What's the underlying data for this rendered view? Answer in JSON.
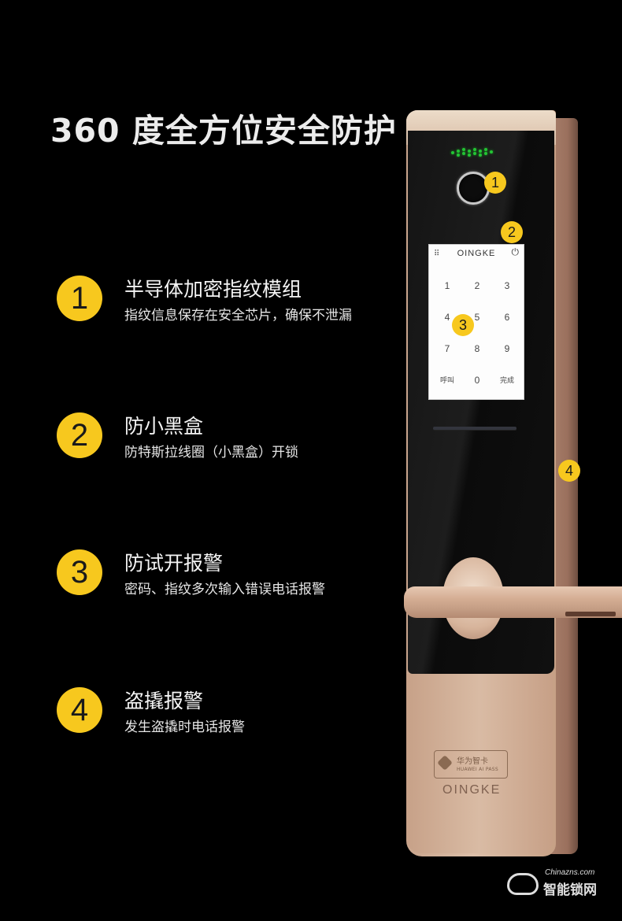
{
  "header": {
    "title": "360 度全方位安全防护"
  },
  "features": [
    {
      "number": "1",
      "title": "半导体加密指纹模组",
      "description": "指纹信息保存在安全芯片，确保不泄漏"
    },
    {
      "number": "2",
      "title": "防小黑盒",
      "description": "防特斯拉线圈（小黑盒）开锁"
    },
    {
      "number": "3",
      "title": "防试开报警",
      "description": "密码、指纹多次输入错误电话报警"
    },
    {
      "number": "4",
      "title": "盗撬报警",
      "description": "发生盗撬时电话报警"
    }
  ],
  "lock": {
    "screen": {
      "brand": "OINGKE",
      "grid_icon": "⠿",
      "power_icon": "⏻",
      "keys": [
        "1",
        "2",
        "3",
        "4",
        "5",
        "6",
        "7",
        "8",
        "9",
        "呼叫",
        "0",
        "完成"
      ]
    },
    "markers": [
      "1",
      "2",
      "3",
      "4"
    ],
    "plate": {
      "pass_cn": "华为智卡",
      "pass_en": "HUAWEI AI PASS",
      "brand": "OINGKE"
    }
  },
  "colors": {
    "accent_yellow": "#f7c81e",
    "lock_gold": "#d4ad93",
    "led_green": "#23c534",
    "background": "#000000"
  },
  "watermark": {
    "url": "Chinazns.com",
    "name": "智能锁网"
  }
}
